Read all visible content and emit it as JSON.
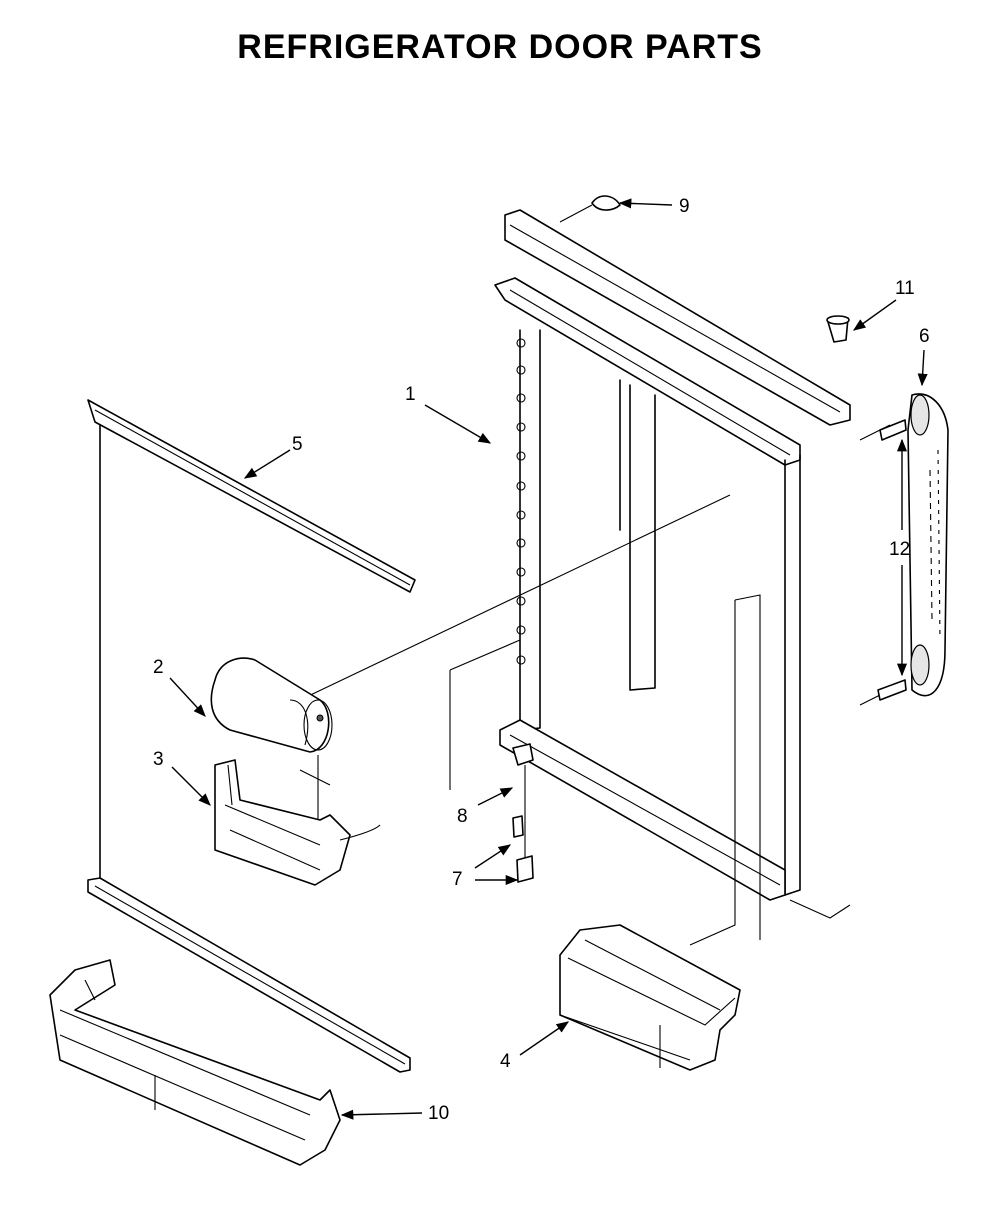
{
  "title": "REFRIGERATOR DOOR PARTS",
  "callouts": {
    "c1": "1",
    "c2": "2",
    "c3": "3",
    "c4": "4",
    "c5": "5",
    "c6": "6",
    "c7": "7",
    "c8": "8",
    "c9": "9",
    "c10": "10",
    "c11": "11",
    "c12": "12"
  }
}
